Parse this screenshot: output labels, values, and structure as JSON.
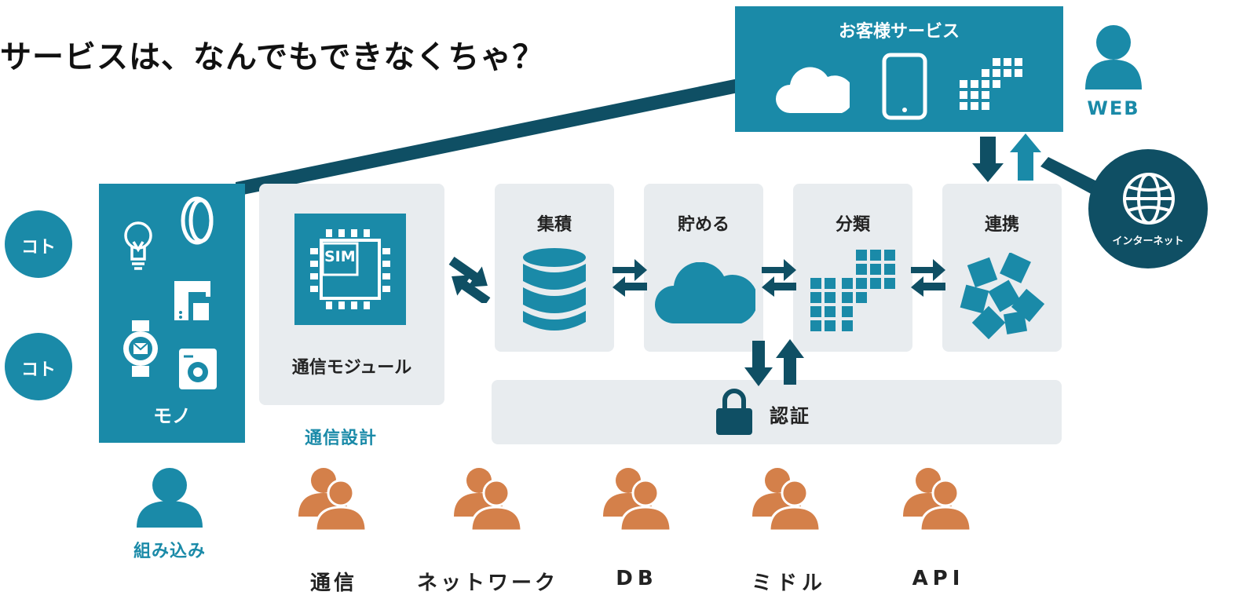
{
  "title": "サービスは、なんでもできなくちゃ？",
  "customer_service": {
    "label": "お客様サービス",
    "icons": [
      "cloud-icon",
      "tablet-icon",
      "grid-blocks-icon"
    ]
  },
  "web_label": "WEB",
  "internet_label": "インターネット",
  "koto_labels": [
    "コト",
    "コト"
  ],
  "mono": {
    "label": "モノ",
    "icons": [
      "lightbulb-icon",
      "ring-icon",
      "coffee-maker-icon",
      "smartwatch-icon",
      "washing-machine-icon"
    ]
  },
  "module": {
    "label": "通信モジュール",
    "chip_text": "SIM"
  },
  "stages": [
    "集積",
    "貯める",
    "分類",
    "連携"
  ],
  "auth_label": "認証",
  "comm_design_label": "通信設計",
  "embedded_label": "組み込み",
  "roles": [
    "通信",
    "ネットワーク",
    "DB",
    "ミドル",
    "API"
  ],
  "colors": {
    "teal": "#1a8aa8",
    "dark_teal": "#0f4f64",
    "orange": "#d4804a",
    "panel_gray": "#e8ecef"
  }
}
